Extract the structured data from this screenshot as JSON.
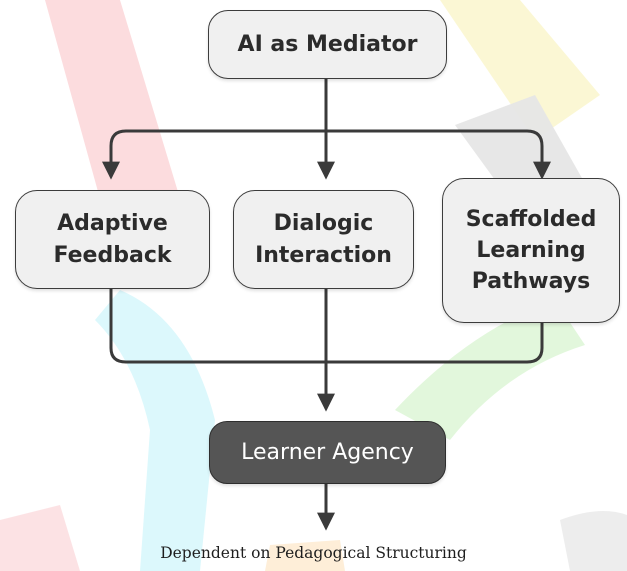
{
  "diagram": {
    "nodes": {
      "mediator": "AI as Mediator",
      "feedback": "Adaptive\nFeedback",
      "dialogic": "Dialogic\nInteraction",
      "scaffold": "Scaffolded\nLearning\nPathways",
      "agency": "Learner Agency"
    },
    "caption": "Dependent on Pedagogical Structuring",
    "colors": {
      "node_fill": "#f0f0f0",
      "node_border": "#3c3c3c",
      "highlight_fill": "#555555",
      "highlight_text": "#ffffff",
      "connector": "#3a3a3a"
    },
    "edges": [
      {
        "from": "mediator",
        "to": "feedback"
      },
      {
        "from": "mediator",
        "to": "dialogic"
      },
      {
        "from": "mediator",
        "to": "scaffold"
      },
      {
        "from": "feedback",
        "to": "agency"
      },
      {
        "from": "dialogic",
        "to": "agency"
      },
      {
        "from": "scaffold",
        "to": "agency"
      }
    ]
  }
}
